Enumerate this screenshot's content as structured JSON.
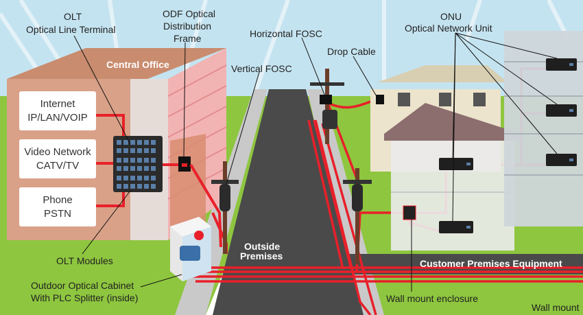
{
  "labels": {
    "olt_abbr": "OLT",
    "olt_full": "Optical Line Terminal",
    "odf_line1": "ODF Optical",
    "odf_line2": "Distribution",
    "odf_line3": "Frame",
    "horizontal_fosc": "Horizontal FOSC",
    "drop_cable": "Drop Cable",
    "vertical_fosc": "Vertical FOSC",
    "onu_abbr": "ONU",
    "onu_full": "Optical Network Unit",
    "central_office": "Central Office",
    "olt_modules": "OLT Modules",
    "cabinet_line1": "Outdoor Optical Cabinet",
    "cabinet_line2": "With PLC Splitter (inside)",
    "outside_line1": "Outside",
    "outside_line2": "Premises",
    "customer_premises": "Customer Premises Equipment",
    "wall_mount_enclosure": "Wall mount enclosure",
    "wall_mount_cut": "Wall mount"
  },
  "services": [
    {
      "line1": "Internet",
      "line2": "IP/LAN/VOIP"
    },
    {
      "line1": "Video Network",
      "line2": "CATV/TV"
    },
    {
      "line1": "Phone",
      "line2": "PSTN"
    }
  ],
  "colors": {
    "sky": "#c4e3f0",
    "grass": "#8ec63f",
    "road": "#4a4a4a",
    "fiber": "#e8202a",
    "building": "#dcdcdc",
    "central_office_wall": "#d9a188",
    "pink_wall": "#f2b3b3"
  }
}
